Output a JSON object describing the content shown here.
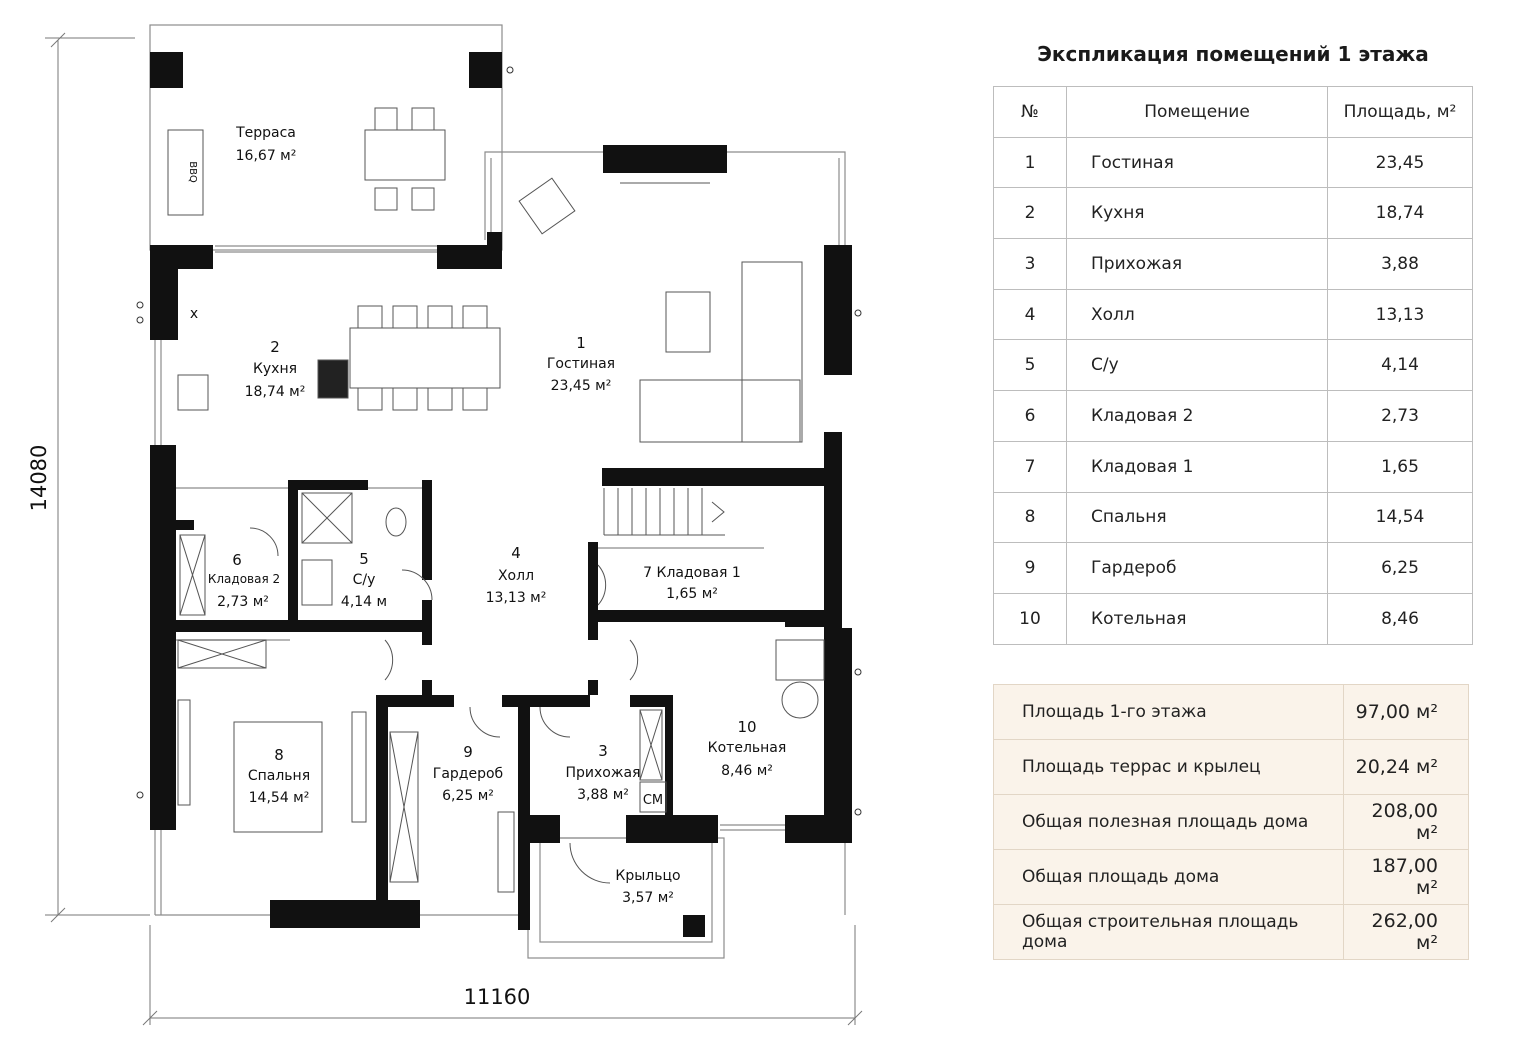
{
  "plan": {
    "dim_width": "11160",
    "dim_height": "14080",
    "rooms": {
      "terrace": {
        "name": "Терраса",
        "area": "16,67 м²"
      },
      "r1": {
        "num": "1",
        "name": "Гостиная",
        "area": "23,45 м²"
      },
      "r2": {
        "num": "2",
        "name": "Кухня",
        "area": "18,74 м²"
      },
      "r4": {
        "num": "4",
        "name": "Холл",
        "area": "13,13 м²"
      },
      "r5": {
        "num": "5",
        "name": "С/у",
        "area": "4,14 м"
      },
      "r6": {
        "num": "6",
        "name": "Кладовая 2",
        "area": "2,73 м²"
      },
      "r7": {
        "name": "7 Кладовая 1",
        "area": "1,65 м²"
      },
      "r8": {
        "num": "8",
        "name": "Спальня",
        "area": "14,54 м²"
      },
      "r9": {
        "num": "9",
        "name": "Гардероб",
        "area": "6,25 м²"
      },
      "r3": {
        "num": "3",
        "name": "Прихожая",
        "area": "3,88 м²"
      },
      "r10": {
        "num": "10",
        "name": "Котельная",
        "area": "8,46 м²"
      },
      "porch": {
        "name": "Крыльцо",
        "area": "3,57 м²"
      }
    },
    "labels": {
      "bbq": "BBQ",
      "cm": "СМ",
      "x": "х"
    }
  },
  "explication": {
    "title": "Экспликация помещений 1 этажа",
    "headers": {
      "num": "№",
      "room": "Помещение",
      "area": "Площадь, м²"
    },
    "rows": [
      {
        "num": "1",
        "name": "Гостиная",
        "area": "23,45"
      },
      {
        "num": "2",
        "name": "Кухня",
        "area": "18,74"
      },
      {
        "num": "3",
        "name": "Прихожая",
        "area": "3,88"
      },
      {
        "num": "4",
        "name": "Холл",
        "area": "13,13"
      },
      {
        "num": "5",
        "name": "С/у",
        "area": "4,14"
      },
      {
        "num": "6",
        "name": "Кладовая 2",
        "area": "2,73"
      },
      {
        "num": "7",
        "name": "Кладовая 1",
        "area": "1,65"
      },
      {
        "num": "8",
        "name": "Спальня",
        "area": "14,54"
      },
      {
        "num": "9",
        "name": "Гардероб",
        "area": "6,25"
      },
      {
        "num": "10",
        "name": "Котельная",
        "area": "8,46"
      }
    ]
  },
  "totals": [
    {
      "label": "Площадь 1-го этажа",
      "value": "97,00 м²"
    },
    {
      "label": "Площадь террас и крылец",
      "value": "20,24 м²"
    },
    {
      "label": "Общая полезная площадь дома",
      "value": "208,00 м²"
    },
    {
      "label": "Общая площадь дома",
      "value": "187,00 м²"
    },
    {
      "label": "Общая строительная площадь дома",
      "value": "262,00 м²"
    }
  ],
  "colors": {
    "wall": "#111111",
    "line": "#9a9a9a",
    "totals_bg": "#faf3ea"
  }
}
